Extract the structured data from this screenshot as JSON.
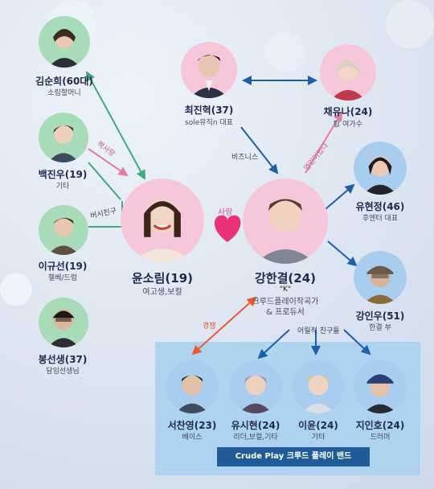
{
  "people": {
    "kim_sunhee": {
      "name": "김순희(60대)",
      "role": "소림할머니"
    },
    "baek_jinwoo": {
      "name": "백진우(19)",
      "role": "기타"
    },
    "lee_gyuseon": {
      "name": "이규선(19)",
      "role": "첼베/드럼"
    },
    "bong_teacher": {
      "name": "봉선생(37)",
      "role": "담임선생님"
    },
    "yoon_sorim": {
      "name": "윤소림(19)",
      "role": "여고생,보컬"
    },
    "choi_jinhyuk": {
      "name": "최진혁(37)",
      "role": "sole뮤직n 대표"
    },
    "chae_yuna": {
      "name": "채유나(24)",
      "role": "탑 여가수"
    },
    "kang_hangyeol": {
      "name": "강한결(24)",
      "nickname": "\"K\"",
      "role": "크루드플레이작곡가",
      "role2": "& 프로듀서"
    },
    "yoo_hyunjung": {
      "name": "유현정(46)",
      "role": "후엔터 대표"
    },
    "kang_inwoo": {
      "name": "강인우(51)",
      "role": "한결 부"
    },
    "seo_chanyoung": {
      "name": "서찬영(23)",
      "role": "베이스"
    },
    "yoo_sihyun": {
      "name": "유시현(24)",
      "role": "리더,보컬,기타"
    },
    "lee_eon": {
      "name": "이윤(24)",
      "role": "기타"
    },
    "ji_inho": {
      "name": "지인호(24)",
      "role": "드러머"
    }
  },
  "relations": {
    "crush": "짝사랑",
    "band_friends": "버시친구",
    "business": "비즈니스",
    "lovers": "연인이었다",
    "love": "사랑",
    "rivalry": "경쟁",
    "childhood_friends": "어릴적 친구들"
  },
  "band": {
    "name": "Crude Play 크루드 플레이 밴드"
  },
  "colors": {
    "green_edge": "#3ea97a",
    "blue_edge": "#1f5fa8",
    "pink_edge": "#e77aa5",
    "orange_edge": "#e85b2e",
    "band_bg": "#a8d1ef",
    "band_label_bg": "#1f5b96",
    "heart": "#e8327a"
  }
}
